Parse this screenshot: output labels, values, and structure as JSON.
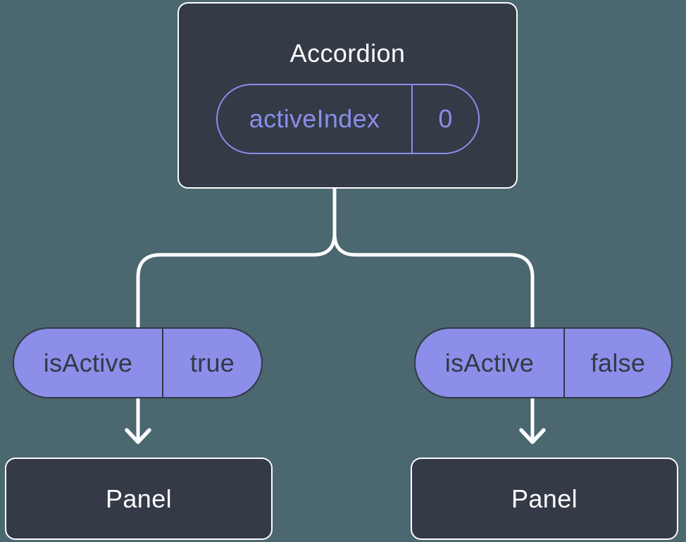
{
  "colors": {
    "background": "#4B6770",
    "node_fill": "#343A46",
    "node_border": "#FCFDFE",
    "node_text": "#FCFDFE",
    "purple_accent": "#8A8EE9",
    "pill_fill": "#8C8EE9",
    "pill_dark": "#333945",
    "connector": "#FCFDFE"
  },
  "tree": {
    "root": {
      "title": "Accordion",
      "prop": {
        "name": "activeIndex",
        "value": "0"
      }
    },
    "children": [
      {
        "pill": {
          "name": "isActive",
          "value": "true"
        },
        "node": "Panel"
      },
      {
        "pill": {
          "name": "isActive",
          "value": "false"
        },
        "node": "Panel"
      }
    ]
  }
}
